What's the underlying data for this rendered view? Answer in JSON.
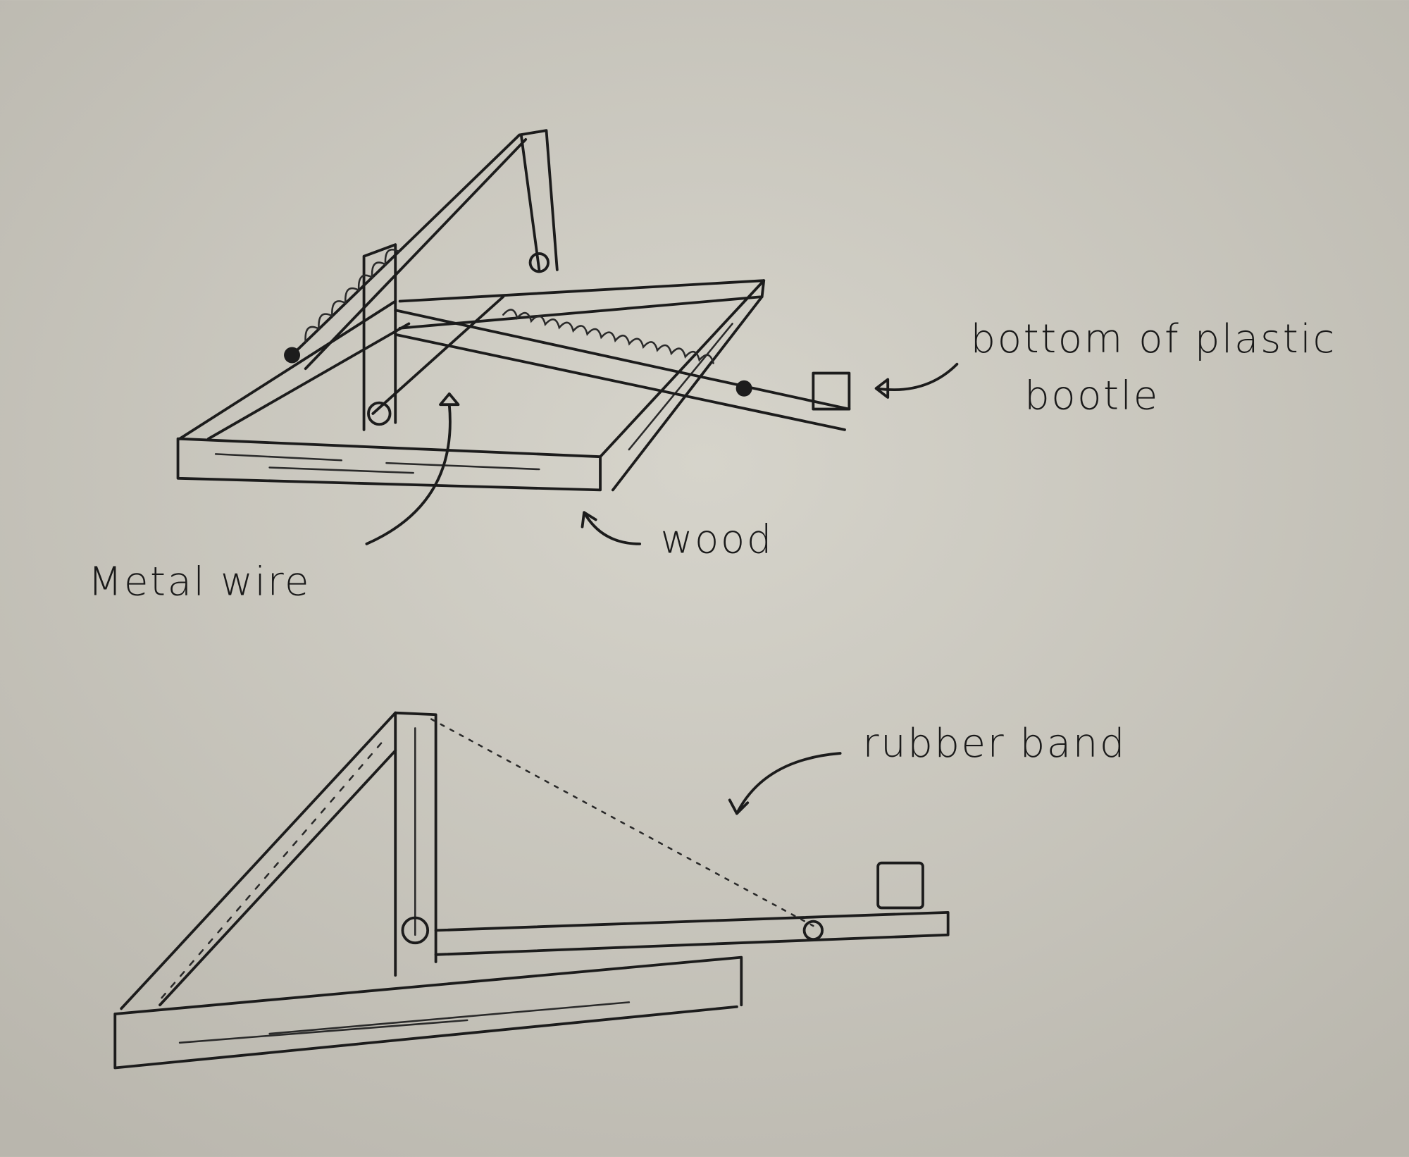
{
  "paper_color": "#c9c6bd",
  "ink_color": "#1c1c1c",
  "labels": {
    "bottle_line1": "bottom of plastic",
    "bottle_line2": "bootle",
    "wood": "wood",
    "metal_wire": "Metal wire",
    "rubber_band": "rubber band"
  }
}
